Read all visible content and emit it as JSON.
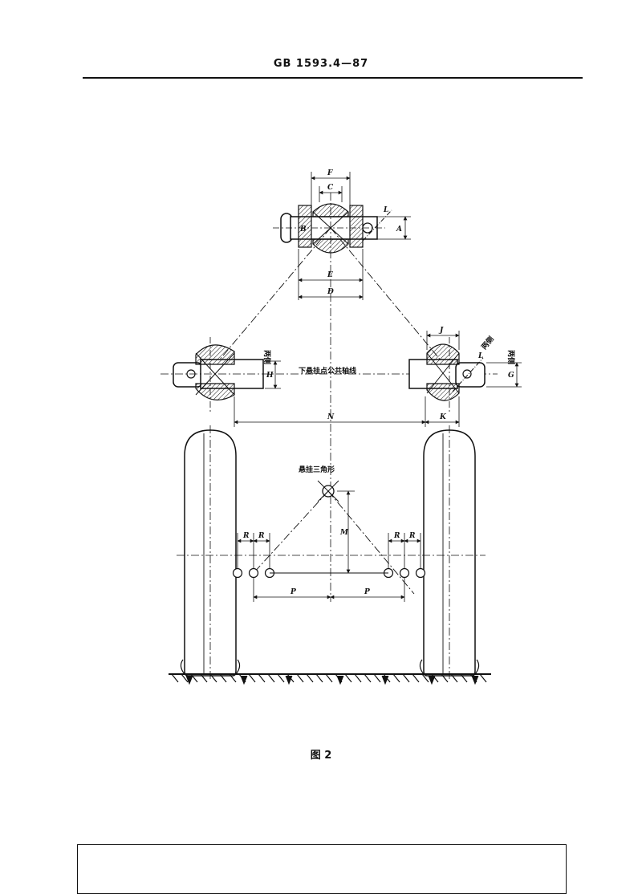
{
  "header": {
    "standard_code": "GB 1593.4—87"
  },
  "figure": {
    "caption": "图 2",
    "dimension_labels": {
      "F": "F",
      "C": "C",
      "A": "A",
      "B": "B",
      "L_top": "L",
      "E": "E",
      "D": "D",
      "J": "J",
      "L_right": "L",
      "H": "H",
      "G": "G",
      "N": "N",
      "K": "K",
      "M": "M",
      "R": "R",
      "P": "P"
    },
    "annotations": {
      "common_axis": "下悬挂点公共轴线",
      "both_sides": "两侧",
      "hitch_triangle": "悬挂三角形"
    }
  }
}
